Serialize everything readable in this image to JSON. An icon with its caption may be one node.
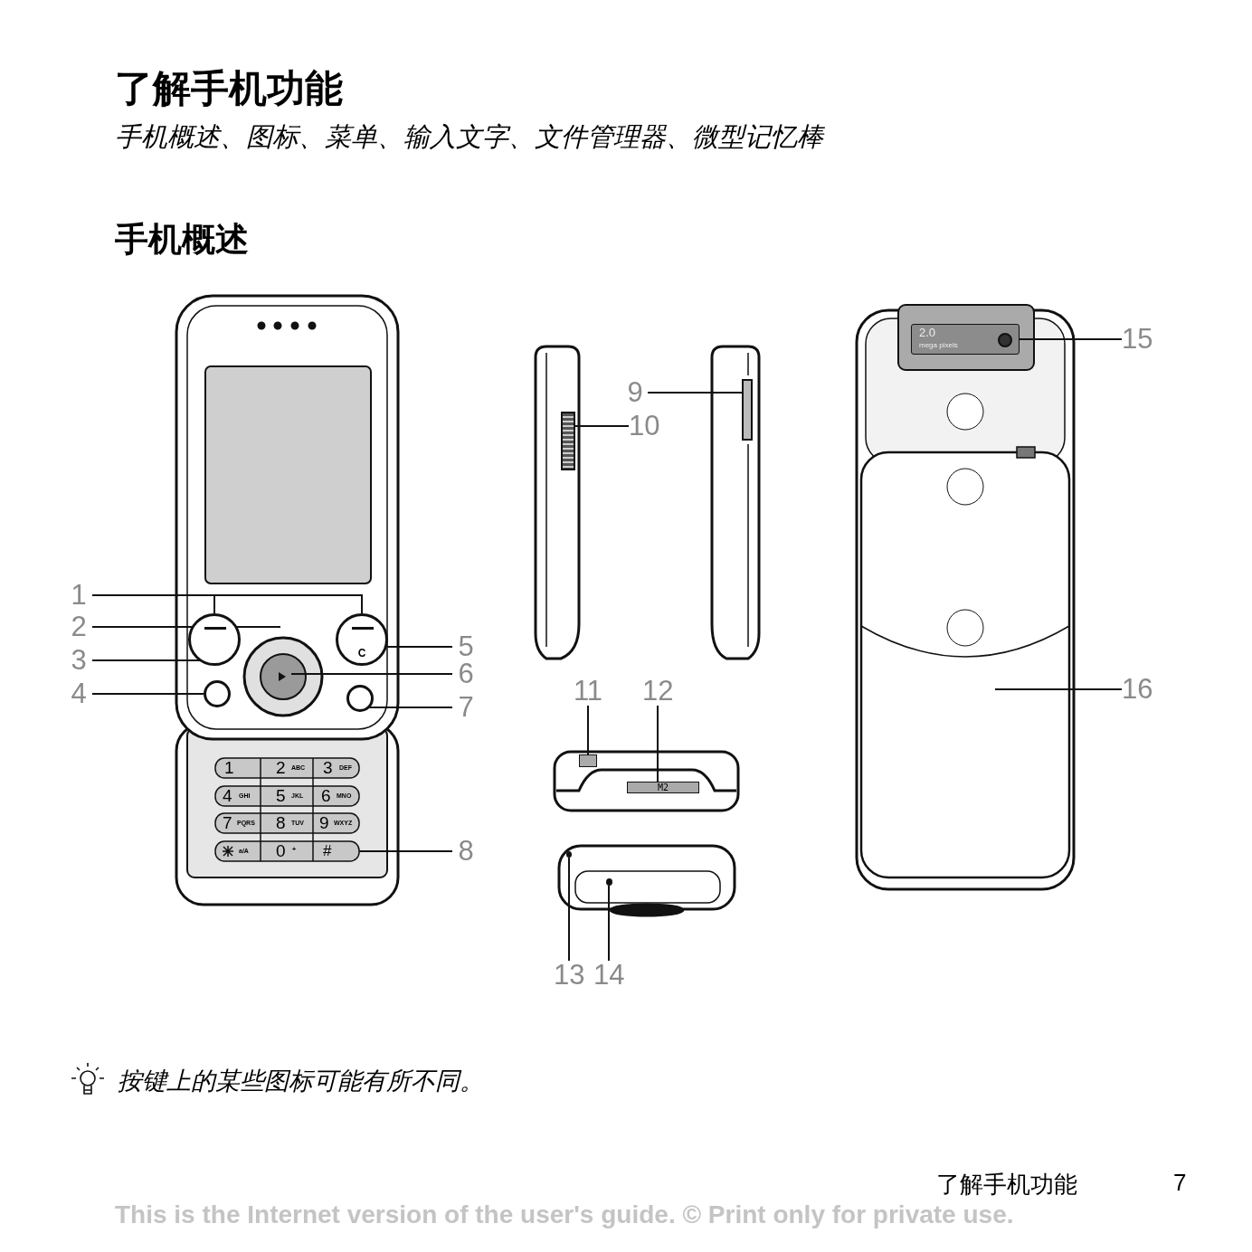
{
  "diagram": {
    "title": "了解手机功能",
    "nodes": [
      {
        "text": [
          "1"
        ]
      },
      {
        "text": [
          "2"
        ]
      },
      {
        "text": [
          "3"
        ]
      },
      {
        "text": [
          "4"
        ]
      },
      {
        "text": [
          "5"
        ]
      },
      {
        "text": [
          "6"
        ]
      },
      {
        "text": [
          "7"
        ]
      },
      {
        "text": [
          "8"
        ]
      },
      {
        "text": [
          "9"
        ]
      },
      {
        "text": [
          "10"
        ]
      },
      {
        "text": [
          "11"
        ]
      },
      {
        "text": [
          "12"
        ]
      },
      {
        "text": [
          "13"
        ]
      },
      {
        "text": [
          "14"
        ]
      },
      {
        "text": [
          "15"
        ]
      },
      {
        "text": [
          "16"
        ]
      },
      {
        "text": [],
        "shape": "circle"
      },
      {
        "text": [
          "C"
        ]
      },
      {
        "text": [],
        "shape": "circle"
      },
      {
        "text": [],
        "shape": "circle"
      },
      {
        "text": [
          "#"
        ]
      },
      {
        "text": [],
        "shape": "box"
      },
      {
        "text": [],
        "shape": "box"
      },
      {
        "text": [
          "M2"
        ]
      },
      {
        "text": [],
        "shape": "circle"
      },
      {
        "text": [
          "2.0",
          "mega pixels"
        ]
      },
      {
        "text": [],
        "shape": "circle",
        "in": 25
      },
      {
        "text": [],
        "shape": "circle"
      }
    ],
    "edges": [
      {
        "from": 0,
        "to": 16,
        "arrow": "none"
      },
      {
        "from": 0,
        "to": 17,
        "arrow": "none"
      },
      {
        "from": 1,
        "to": null,
        "arrow": "none"
      },
      {
        "from": 2,
        "to": 16,
        "arrow": "none"
      },
      {
        "from": 3,
        "to": 18,
        "arrow": "none"
      },
      {
        "from": 4,
        "to": 17,
        "arrow": "none"
      },
      {
        "from": 5,
        "to": null,
        "arrow": "none"
      },
      {
        "from": 6,
        "to": 19,
        "arrow": "none"
      },
      {
        "from": 7,
        "to": 20,
        "arrow": "none"
      },
      {
        "from": 8,
        "to": null,
        "arrow": "none"
      },
      {
        "from": 9,
        "to": 21,
        "arrow": "none"
      },
      {
        "from": 10,
        "to": 22,
        "arrow": "none"
      },
      {
        "from": 11,
        "to": 23,
        "arrow": "none"
      },
      {
        "from": 12,
        "to": 27,
        "arrow": "none"
      },
      {
        "from": 13,
        "to": 24,
        "arrow": "none"
      },
      {
        "from": 14,
        "to": 26,
        "arrow": "none"
      },
      {
        "from": 15,
        "to": null,
        "arrow": "none"
      }
    ],
    "labels": [
      "手机概述、图标、菜单、输入文字、文件管理器、微型记忆棒",
      "手机概述",
      "1",
      "2",
      "ABC",
      "3",
      "DEF",
      "4",
      "GHI",
      "5",
      "JKL",
      "6",
      "MNO",
      "7",
      "PQRS",
      "8",
      "TUV",
      "9",
      "WXYZ",
      "a/A",
      "0",
      "+",
      "按键上的某些图标可能有所不同。",
      "了解手机功能",
      "7",
      "This is the Internet version of the user's guide. © Print only for private use."
    ]
  }
}
